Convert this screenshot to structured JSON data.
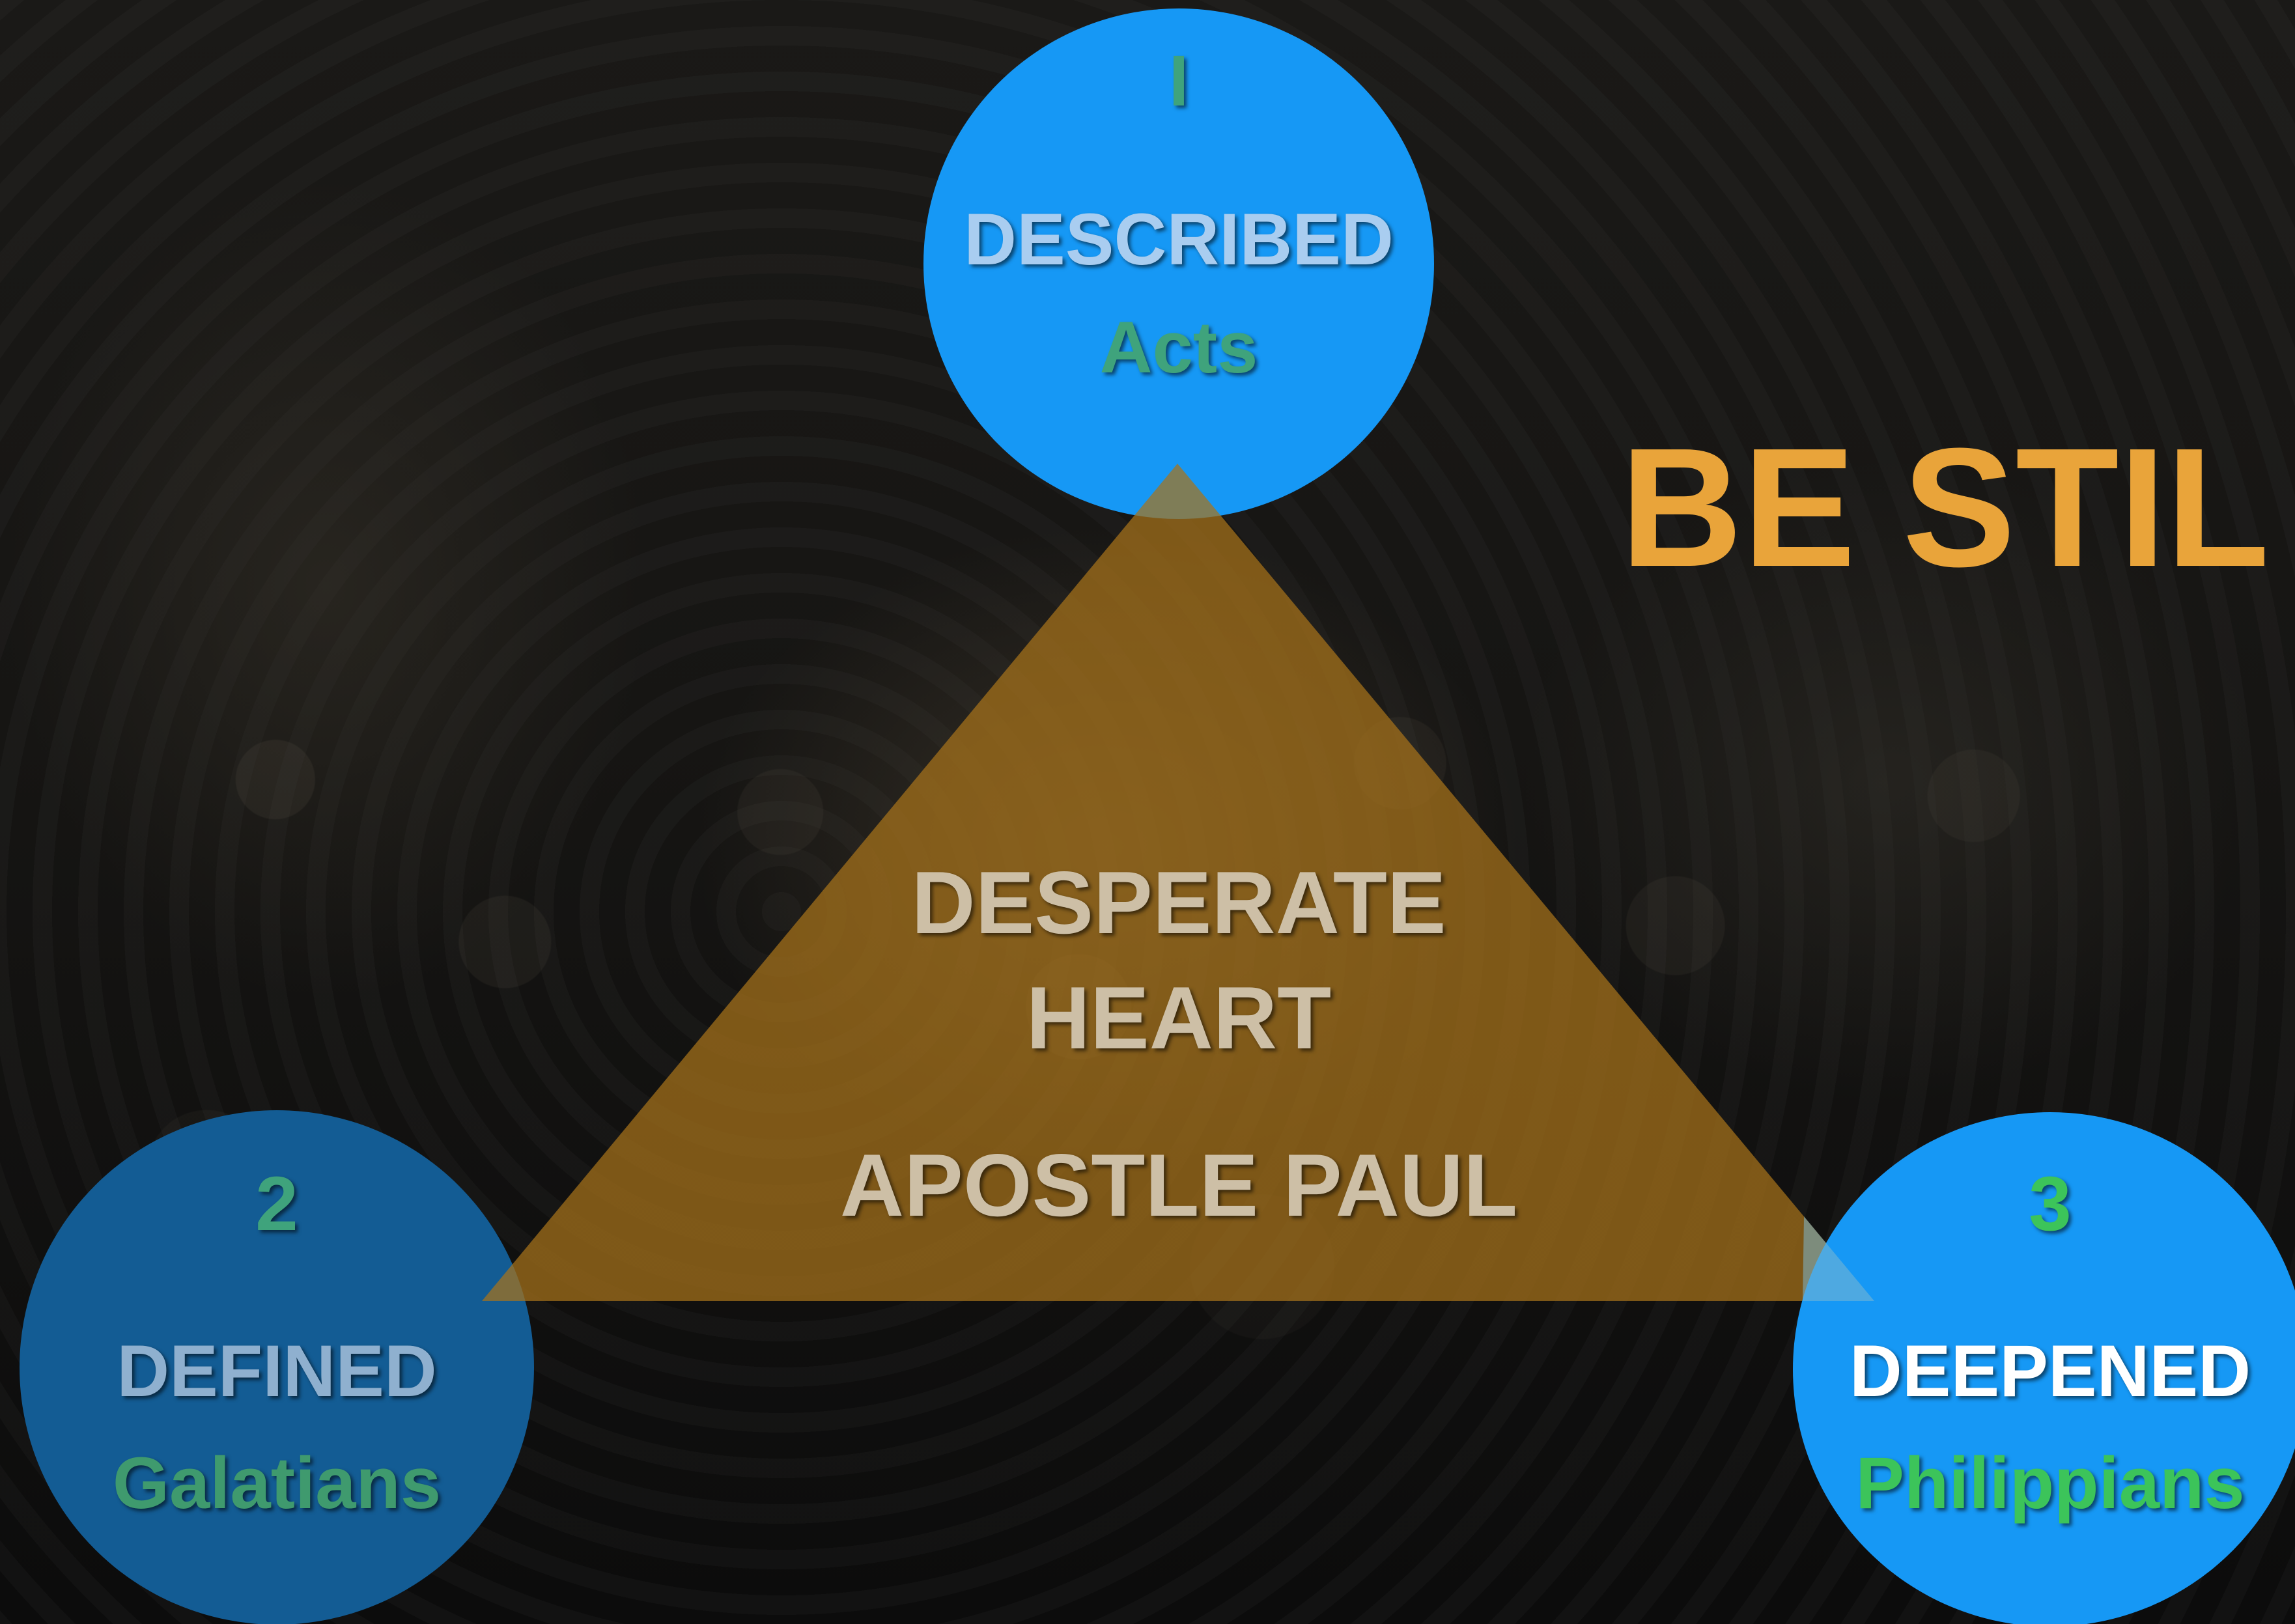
{
  "colors": {
    "circle_bright_blue": "#1698f5",
    "circle_dark_blue": "#135c94",
    "triangle_gold": "#a8731a",
    "title_orange": "#e9a43a",
    "number_green": "#3fa37c",
    "number_green_bright": "#3cc45a",
    "beige_text": "#cdbfa6",
    "light_blue_text": "#a9cdf0",
    "white_text": "#ffffff"
  },
  "title": "BE STIL",
  "center": {
    "line1": "DESPERATE",
    "line2": "HEART",
    "subtitle": "APOSTLE PAUL"
  },
  "nodes": [
    {
      "id": "top",
      "number": "I",
      "label": "DESCRIBED",
      "book": "Acts"
    },
    {
      "id": "left",
      "number": "2",
      "label": "DEFINED",
      "book": "Galatians"
    },
    {
      "id": "right",
      "number": "3",
      "label": "DEEPENED",
      "book": "Philippians"
    }
  ]
}
